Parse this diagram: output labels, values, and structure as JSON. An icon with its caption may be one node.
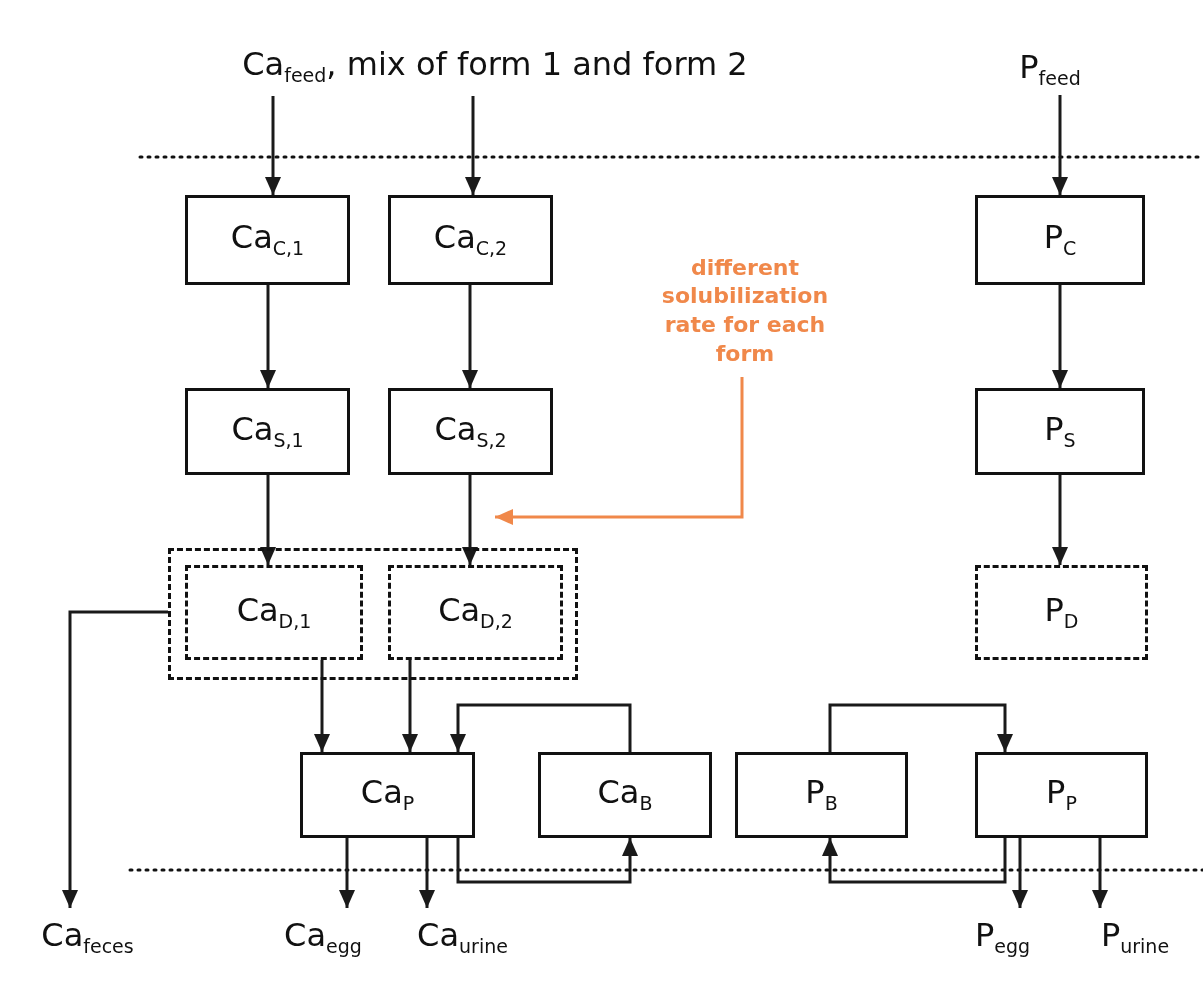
{
  "diagram": {
    "nodes": [
      {
        "text": [
          "Ca$_{feed}$, mix of form 1 and form 2"
        ]
      },
      {
        "text": [
          "P$_{feed}$"
        ]
      },
      {
        "text": [
          "Ca$_{C,1}$"
        ]
      },
      {
        "text": [
          "Ca$_{C,2}$"
        ]
      },
      {
        "text": [
          "P$_{C}$"
        ]
      },
      {
        "text": [
          "Ca$_{S,1}$"
        ]
      },
      {
        "text": [
          "Ca$_{S,2}$"
        ]
      },
      {
        "text": [
          "P$_{S}$"
        ]
      },
      {
        "text": [],
        "shape": "box"
      },
      {
        "text": [
          "Ca$_{D,1}$"
        ],
        "in": 8
      },
      {
        "text": [
          "Ca$_{D,2}$"
        ],
        "in": 8
      },
      {
        "text": [
          "P$_{D}$"
        ]
      },
      {
        "text": [
          "different solubilization rate for each form"
        ]
      },
      {
        "text": [
          "Ca$_{P}$"
        ]
      },
      {
        "text": [
          "Ca$_{B}$"
        ]
      },
      {
        "text": [
          "P$_{B}$"
        ]
      },
      {
        "text": [
          "P$_{P}$"
        ]
      },
      {
        "text": [
          "Ca$_{feces}$"
        ]
      },
      {
        "text": [
          "Ca$_{egg}$"
        ]
      },
      {
        "text": [
          "Ca$_{urine}$"
        ]
      },
      {
        "text": [
          "P$_{egg}$"
        ]
      },
      {
        "text": [
          "P$_{urine}$"
        ]
      }
    ],
    "edges": [
      {
        "from": 0,
        "to": 2,
        "arrow": "to"
      },
      {
        "from": 0,
        "to": 3,
        "arrow": "to"
      },
      {
        "from": 1,
        "to": 4,
        "arrow": "to"
      },
      {
        "from": 2,
        "to": 5,
        "arrow": "to"
      },
      {
        "from": 3,
        "to": 6,
        "arrow": "to"
      },
      {
        "from": 4,
        "to": 7,
        "arrow": "to"
      },
      {
        "from": 5,
        "to": 9,
        "arrow": "to"
      },
      {
        "from": 6,
        "to": 10,
        "arrow": "to"
      },
      {
        "from": 7,
        "to": 11,
        "arrow": "to"
      },
      {
        "from": 8,
        "to": 17,
        "arrow": "to"
      },
      {
        "from": 9,
        "to": 13,
        "arrow": "to"
      },
      {
        "from": 10,
        "to": 13,
        "arrow": "to"
      },
      {
        "from": 14,
        "to": 13,
        "arrow": "to"
      },
      {
        "from": 13,
        "to": 14,
        "arrow": "to"
      },
      {
        "from": 15,
        "to": 16,
        "arrow": "to"
      },
      {
        "from": 16,
        "to": 15,
        "arrow": "to"
      },
      {
        "from": 13,
        "to": 18,
        "arrow": "to"
      },
      {
        "from": 13,
        "to": 19,
        "arrow": "to"
      },
      {
        "from": 16,
        "to": 20,
        "arrow": "to"
      },
      {
        "from": 16,
        "to": 21,
        "arrow": "to"
      },
      {
        "from": 12,
        "to": 8,
        "arrow": "to",
        "color": "#f0884a"
      }
    ]
  }
}
